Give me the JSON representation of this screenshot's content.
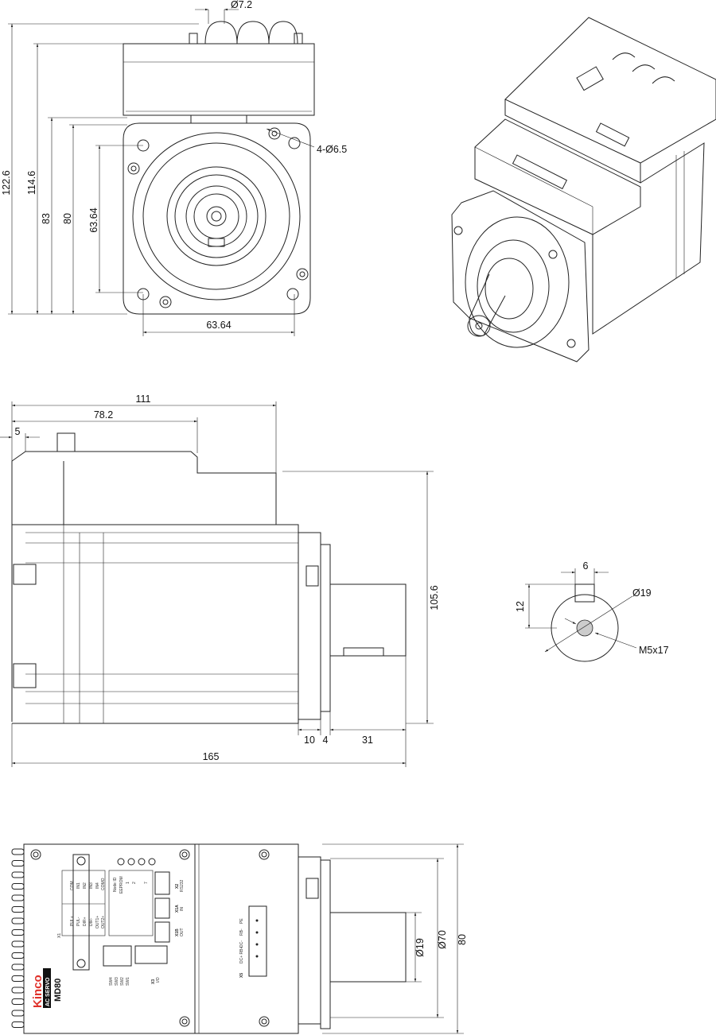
{
  "front_view": {
    "dims": {
      "overall_height": "122.6",
      "box_height": "114.6",
      "flange_83": "83",
      "flange_80": "80",
      "hole_pitch_v": "63.64",
      "hole_pitch_h": "63.64",
      "connector_dia": "Ø7.2",
      "mount_holes": "4-Ø6.5"
    }
  },
  "side_view": {
    "dims": {
      "len_111": "111",
      "len_78_2": "78.2",
      "len_5": "5",
      "height_105_6": "105.6",
      "flange_10": "10",
      "spigot_4": "4",
      "shaft_31": "31",
      "total_165": "165"
    }
  },
  "shaft_section": {
    "dims": {
      "key_width": "6",
      "key_depth": "12",
      "shaft_dia": "Ø19",
      "thread": "M5x17"
    }
  },
  "bottom_view": {
    "brand": "Kinco",
    "product_tag": "AC SERVO",
    "model": "MD80",
    "connectors": {
      "x2": "X2",
      "x2_sub": "RS232",
      "x1a": "X1A",
      "x1a_sub": "IN",
      "x1b": "X1B",
      "x1b_sub": "OUT",
      "x3": "X3",
      "x3_sub": "I/O",
      "x5": "X5",
      "x1": "X1"
    },
    "x5_pins": [
      "PE",
      "RB-",
      "DC-",
      "DC+ RB+"
    ],
    "switches": [
      "SW4",
      "SW3",
      "SW2",
      "SW1"
    ],
    "table_a": [
      "COM",
      "IN1",
      "IN2",
      "IN3",
      "IN4",
      "COMO"
    ],
    "table_b": [
      "PUL+",
      "PUL-",
      "DIR+",
      "DIR-",
      "OUT1+",
      "OUT2+"
    ],
    "table_dip": [
      "Node ID",
      "EEPROM",
      "1",
      "2",
      "7"
    ],
    "dims": {
      "shaft_dia": "Ø19",
      "spigot_dia": "Ø70",
      "flange": "80"
    }
  }
}
